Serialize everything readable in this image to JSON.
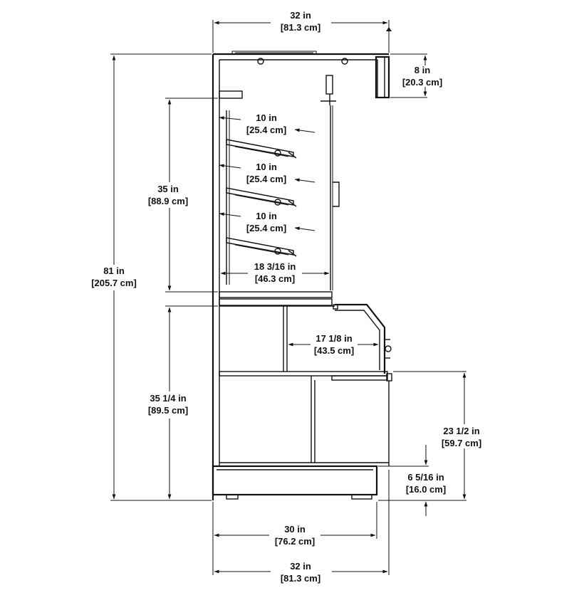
{
  "colors": {
    "line": "#111111",
    "background": "#ffffff"
  },
  "dimensions": {
    "top_width": {
      "imperial": "32 in",
      "metric": "[81.3 cm]"
    },
    "canopy_depth": {
      "imperial": "8 in",
      "metric": "[20.3 cm]"
    },
    "overall_height": {
      "imperial": "81 in",
      "metric": "[205.7 cm]"
    },
    "upper_section_height": {
      "imperial": "35 in",
      "metric": "[88.9 cm]"
    },
    "shelf_1": {
      "imperial": "10 in",
      "metric": "[25.4 cm]"
    },
    "shelf_2": {
      "imperial": "10 in",
      "metric": "[25.4 cm]"
    },
    "shelf_3": {
      "imperial": "10 in",
      "metric": "[25.4 cm]"
    },
    "upper_depth": {
      "imperial": "18 3/16 in",
      "metric": "[46.3 cm]"
    },
    "lower_depth": {
      "imperial": "17 1/8 in",
      "metric": "[43.5 cm]"
    },
    "lower_section_height": {
      "imperial": "35 1/4 in",
      "metric": "[89.5 cm]"
    },
    "counter_height": {
      "imperial": "23 1/2 in",
      "metric": "[59.7 cm]"
    },
    "base_height": {
      "imperial": "6 5/16 in",
      "metric": "[16.0 cm]"
    },
    "base_width": {
      "imperial": "30 in",
      "metric": "[76.2 cm]"
    },
    "bottom_width": {
      "imperial": "32 in",
      "metric": "[81.3 cm]"
    }
  }
}
